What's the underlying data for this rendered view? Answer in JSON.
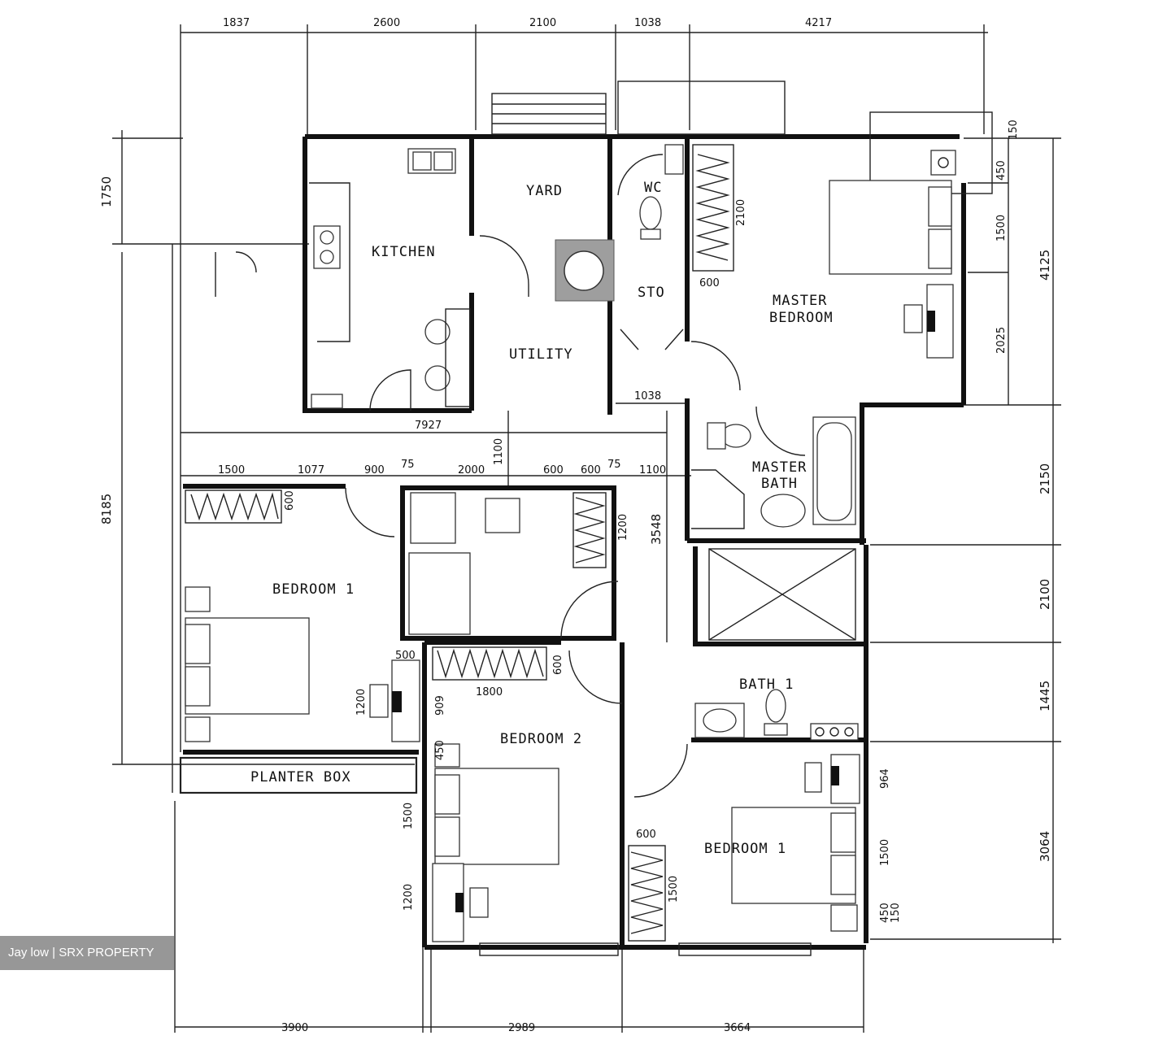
{
  "rooms": {
    "kitchen": "KITCHEN",
    "yard": "YARD",
    "wc": "WC",
    "sto": "STO",
    "utility": "UTILITY",
    "master_bedroom_line1": "MASTER",
    "master_bedroom_line2": "BEDROOM",
    "master_bath_line1": "MASTER",
    "master_bath_line2": "BATH",
    "bedroom_left": "BEDROOM 1",
    "bedroom_2": "BEDROOM 2",
    "bedroom_1": "BEDROOM 1",
    "bath_1": "BATH 1",
    "planter_box": "PLANTER BOX"
  },
  "dimensions": {
    "top": [
      "1837",
      "2600",
      "2100",
      "1038",
      "4217"
    ],
    "bottom": [
      "3900",
      "2989",
      "3664"
    ],
    "left_1750": "1750",
    "left_8185": "8185",
    "right": [
      "4125",
      "2150",
      "2100",
      "1445",
      "3064"
    ],
    "master_inner": [
      "150",
      "450",
      "1500",
      "2025",
      "2100",
      "600"
    ],
    "mid_1038": "1038",
    "mid_7927": "7927",
    "mid_1100": "1100",
    "row": [
      "1500",
      "1077",
      "900",
      "75",
      "2000",
      "600",
      "600",
      "75",
      "1100"
    ],
    "v_3548": "3548",
    "v_1200_study": "1200",
    "left_room": [
      "600",
      "500",
      "1200"
    ],
    "bed2": [
      "1800",
      "600",
      "909",
      "450",
      "1500",
      "1200"
    ],
    "bed1": [
      "600",
      "1500",
      "964",
      "1500",
      "450",
      "150"
    ]
  },
  "watermark": "Jay low | SRX PROPERTY"
}
